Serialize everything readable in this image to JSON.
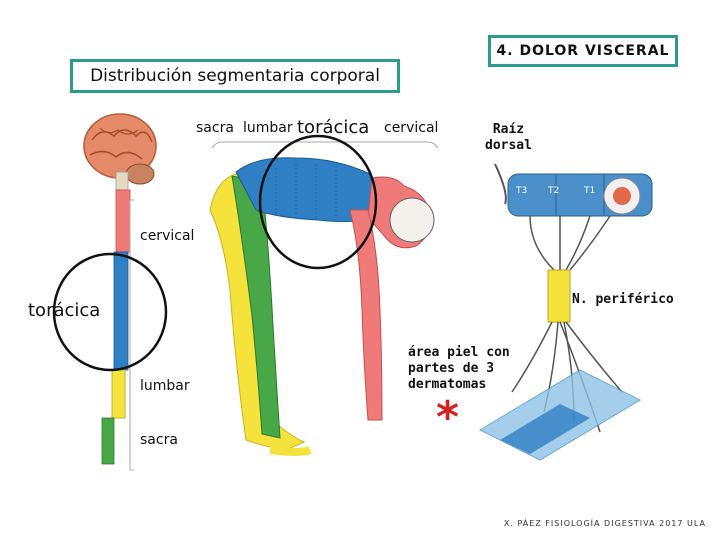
{
  "title": "Distribución segmentaria corporal",
  "heading": "4. DOLOR VISCERAL",
  "body_labels": {
    "sacra": "sacra",
    "lumbar": "lumbar",
    "toracica": "torácica",
    "cervical": "cervical"
  },
  "spine_labels": {
    "cervical": "cervical",
    "toracica": "torácica",
    "lumbar": "lumbar",
    "sacra": "sacra"
  },
  "nerve": {
    "root_label_1": "Raíz",
    "root_label_2": "dorsal",
    "peripheral_label": "N. periférico",
    "segments": [
      "T3",
      "T2",
      "T1"
    ]
  },
  "skin_note": {
    "line1": "área piel con",
    "line2": "partes de 3",
    "line3": "dermatomas"
  },
  "credit": "X. PÁEZ  FISIOLOGÍA DIGESTIVA 2017  ULA",
  "colors": {
    "cervical": "#f07a7a",
    "toracica": "#2f7fc4",
    "lumbar": "#f5e23a",
    "sacra": "#48a848",
    "box_border": "#2e9a8e",
    "asterisk": "#d42020"
  }
}
